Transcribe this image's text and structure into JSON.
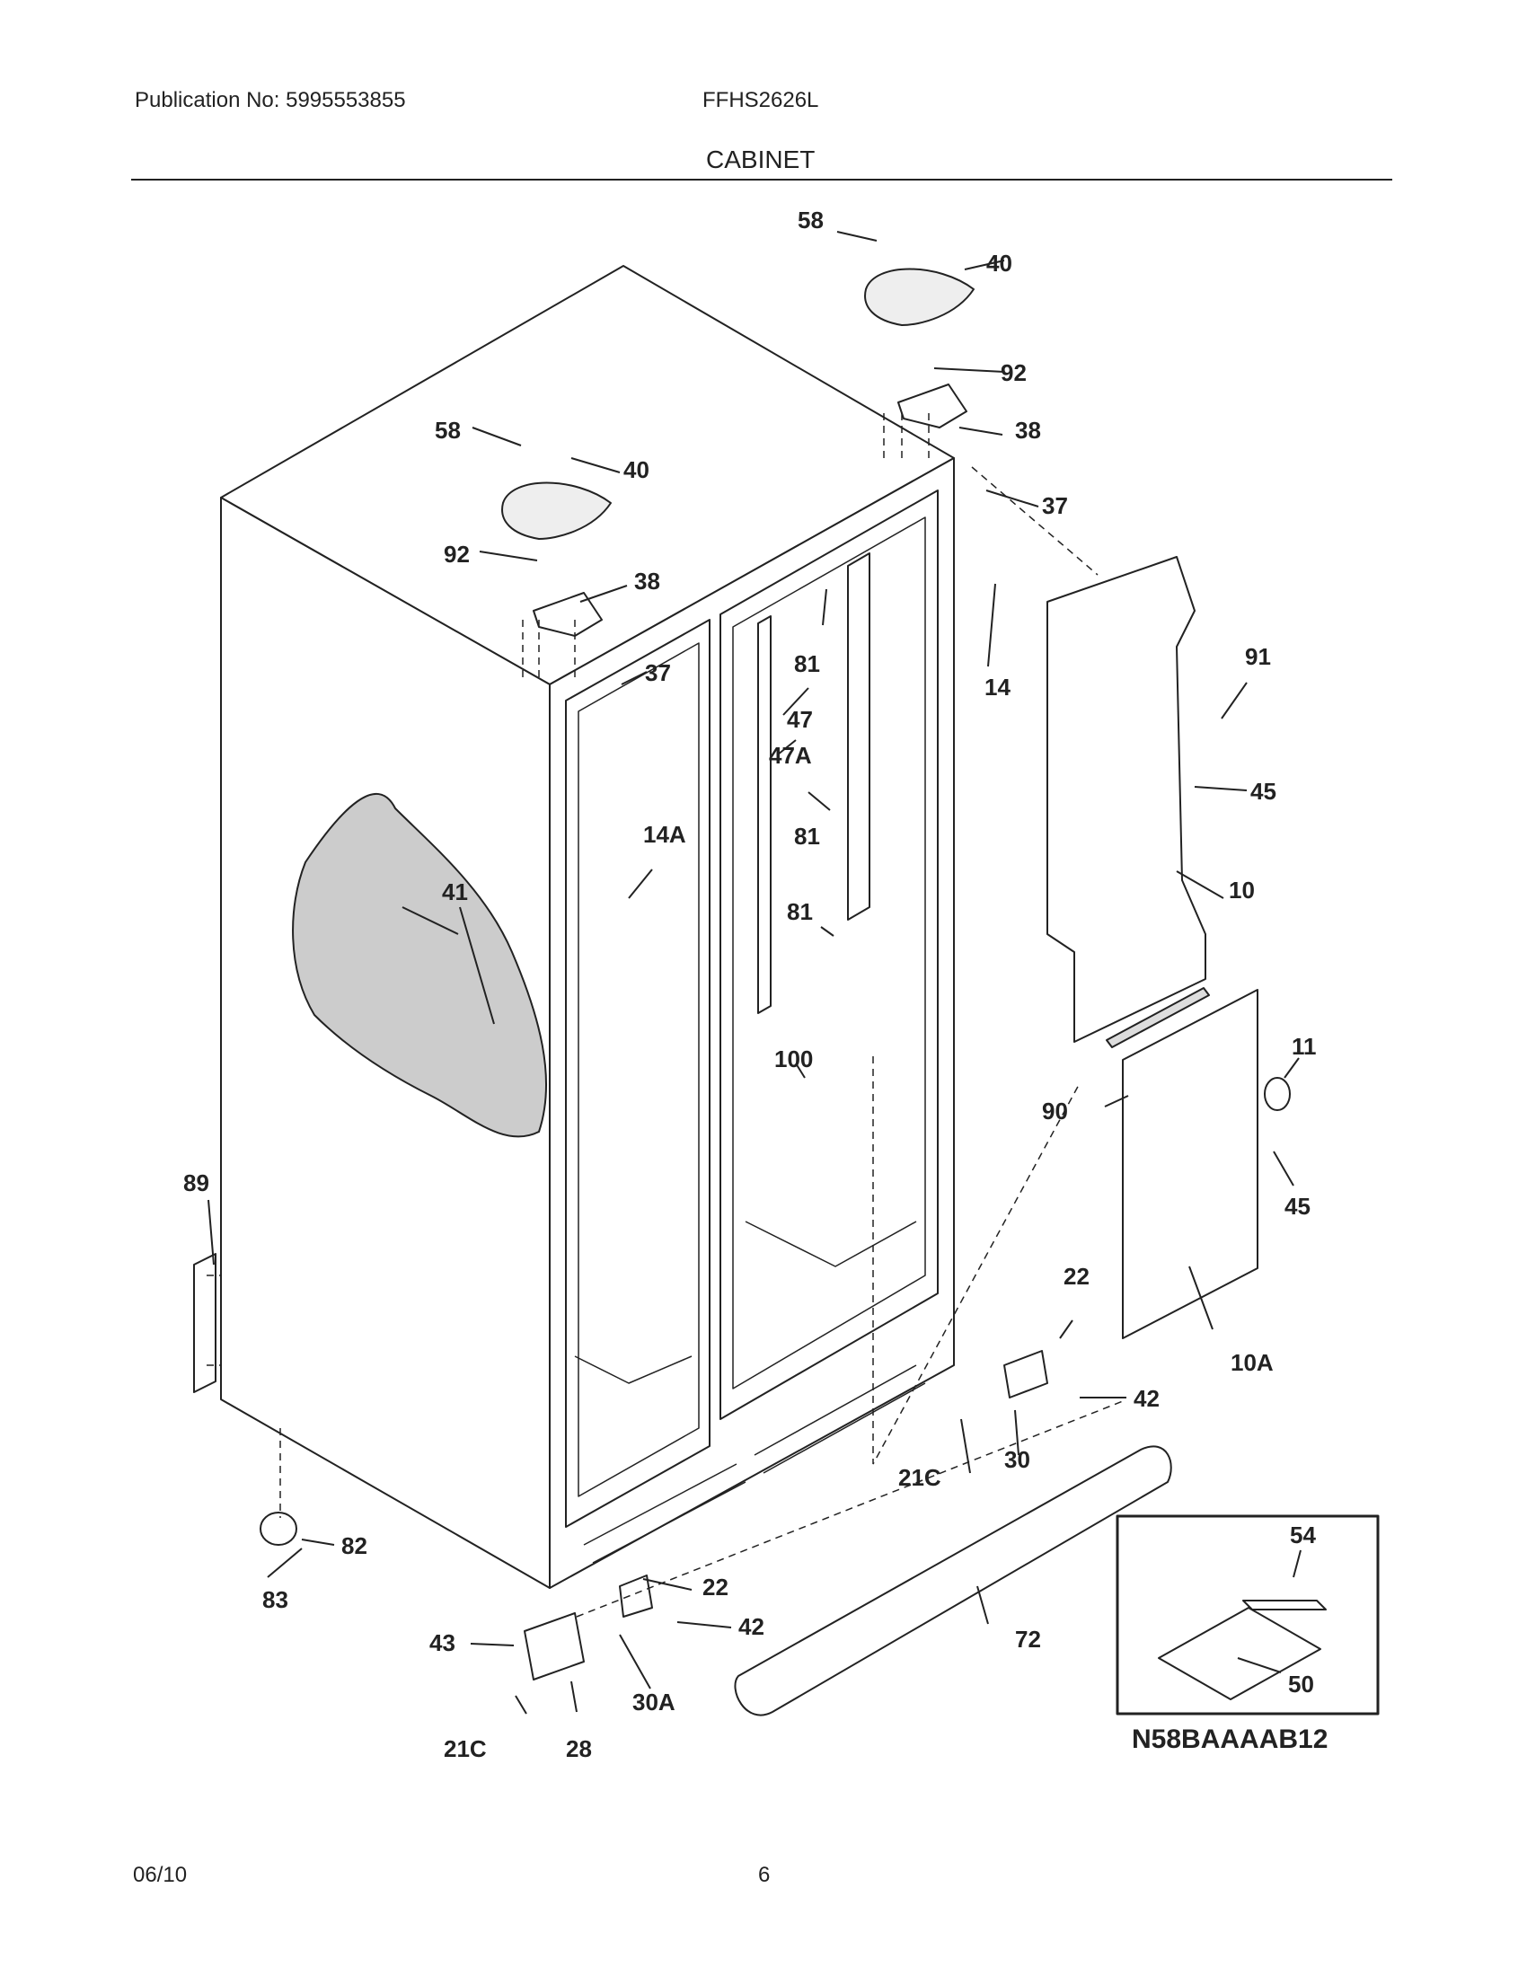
{
  "header": {
    "publication": "Publication No: 5995553855",
    "model": "FFHS2626L",
    "section_title": "CABINET"
  },
  "diagram": {
    "callouts": {
      "c58a": "58",
      "c40a": "40",
      "c92a": "92",
      "c38a": "38",
      "c37a": "37",
      "c58b": "58",
      "c40b": "40",
      "c92b": "92",
      "c38b": "38",
      "c37b": "37",
      "c14": "14",
      "c81a": "81",
      "c47": "47",
      "c47a": "47A",
      "c81b": "81",
      "c81c": "81",
      "c14a": "14A",
      "c91": "91",
      "c45a": "45",
      "c10": "10",
      "c41": "41",
      "c100": "100",
      "c11": "11",
      "c90": "90",
      "c45b": "45",
      "c89": "89",
      "c22a": "22",
      "c10a": "10A",
      "c42a": "42",
      "c30": "30",
      "c21ca": "21C",
      "c54": "54",
      "c82": "82",
      "c22b": "22",
      "c83": "83",
      "c42b": "42",
      "c43": "43",
      "c72": "72",
      "c50": "50",
      "c30a": "30A",
      "c21cb": "21C",
      "c28": "28"
    },
    "diagram_code": "N58BAAAAB12"
  },
  "footer": {
    "date": "06/10",
    "page_number": "6"
  }
}
